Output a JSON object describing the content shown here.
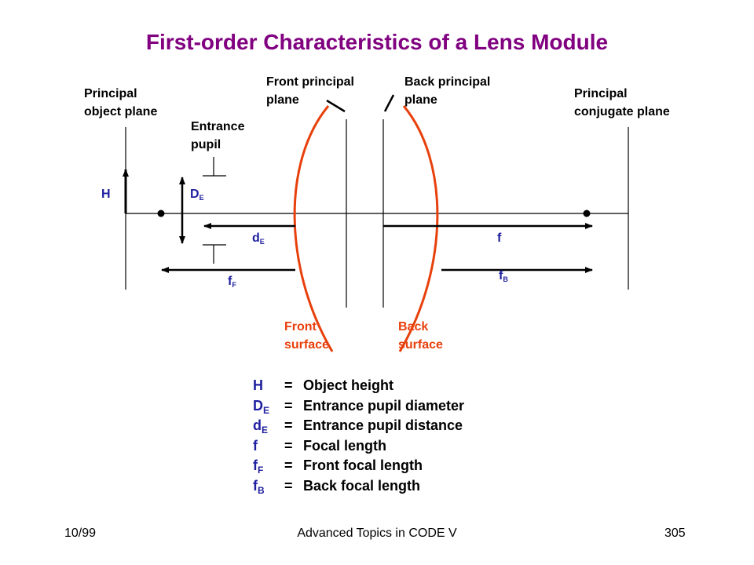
{
  "title": "First-order Characteristics of a Lens Module",
  "labels": {
    "principal_object_plane": "Principal\nobject plane",
    "entrance_pupil": "Entrance\npupil",
    "front_principal_plane": "Front principal\nplane",
    "back_principal_plane": "Back principal\nplane",
    "principal_conjugate_plane": "Principal\nconjugate plane",
    "front_surface": "Front\nsurface",
    "back_surface": "Back\nsurface"
  },
  "symbols": {
    "H": "H",
    "D": "D",
    "D_sub": "E",
    "d": "d",
    "d_sub": "E",
    "f": "f",
    "fF": "f",
    "fF_sub": "F",
    "fB": "f",
    "fB_sub": "B"
  },
  "legend": [
    {
      "sym": "H",
      "sub": "",
      "eq": "=",
      "desc": "Object height"
    },
    {
      "sym": "D",
      "sub": "E",
      "eq": "=",
      "desc": "Entrance pupil diameter"
    },
    {
      "sym": "d",
      "sub": "E",
      "eq": "=",
      "desc": "Entrance pupil distance"
    },
    {
      "sym": "f",
      "sub": "",
      "eq": "=",
      "desc": "Focal length"
    },
    {
      "sym": "f",
      "sub": "F",
      "eq": "=",
      "desc": "Front focal length"
    },
    {
      "sym": "f",
      "sub": "B",
      "eq": "=",
      "desc": "Back focal length"
    }
  ],
  "footer": {
    "left": "10/99",
    "center": "Advanced Topics in CODE V",
    "right": "305"
  },
  "colors": {
    "title": "#800080",
    "symbol": "#1f1f9f",
    "surface": "#e8400c"
  }
}
